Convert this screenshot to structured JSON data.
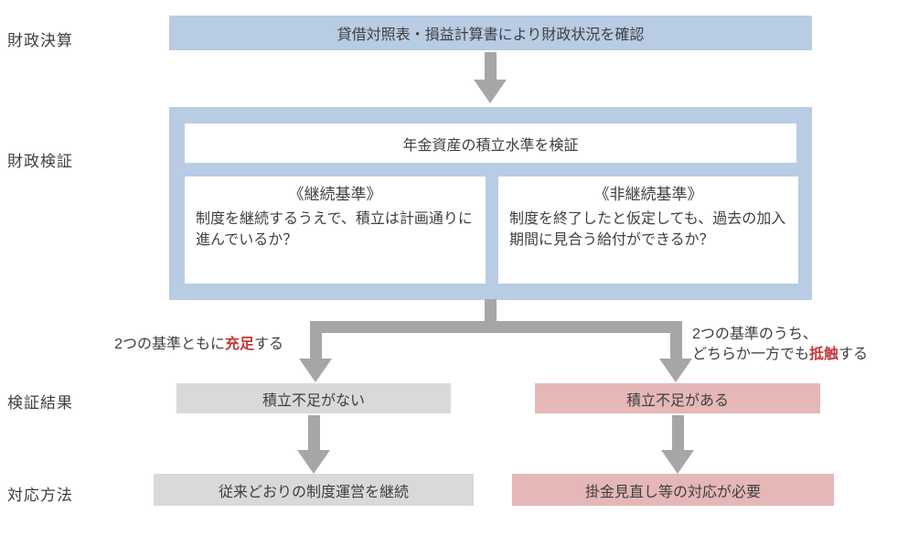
{
  "colors": {
    "blue": "#b8cce4",
    "gray": "#d9d9d9",
    "pink": "#e5b8b7",
    "arrow": "#a6a6a6",
    "highlight_red": "#c23a3a",
    "text": "#3f3f3f"
  },
  "row_labels": {
    "settlement": "財政決算",
    "verification": "財政検証",
    "result": "検証結果",
    "action": "対応方法"
  },
  "settlement_box": "貸借対照表・損益計算書により財政状況を確認",
  "verification": {
    "header": "年金資産の積立水準を検証",
    "continuation": {
      "title": "《継続基準》",
      "body": "制度を継続するうえで、積立は計画通りに進んでいるか？"
    },
    "non_continuation": {
      "title": "《非継続基準》",
      "body": "制度を終了したと仮定しても、過去の加入期間に見合う給付ができるか？"
    }
  },
  "branches": {
    "left": {
      "pre": "2つの基準ともに",
      "highlight": "充足",
      "post": "する"
    },
    "right": {
      "line1": "2つの基準のうち、",
      "pre": "どちらか一方でも",
      "highlight": "抵触",
      "post": "する"
    }
  },
  "results": {
    "ok": "積立不足がない",
    "ng": "積立不足がある"
  },
  "actions": {
    "ok": "従来どおりの制度運営を継続",
    "ng": "掛金見直し等の対応が必要"
  }
}
